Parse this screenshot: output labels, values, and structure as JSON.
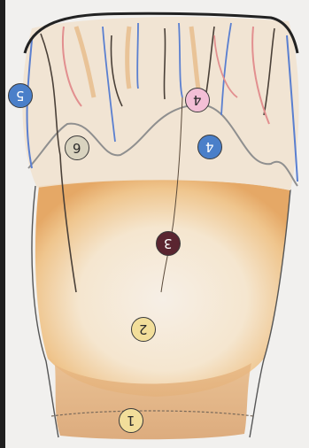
{
  "markers": [
    {
      "id": "m1",
      "label": "1",
      "color": "#f2de9a",
      "text_color": "#2a2a2a"
    },
    {
      "id": "m2",
      "label": "2",
      "color": "#f2de9a",
      "text_color": "#2a2a2a"
    },
    {
      "id": "m3",
      "label": "3",
      "color": "#5a2530",
      "text_color": "#ffffff"
    },
    {
      "id": "m4a",
      "label": "4",
      "color": "#f3bfd6",
      "text_color": "#2a2a2a"
    },
    {
      "id": "m4b",
      "label": "4",
      "color": "#4a7fc9",
      "text_color": "#ffffff"
    },
    {
      "id": "m5",
      "label": "5",
      "color": "#4a7fc9",
      "text_color": "#ffffff"
    },
    {
      "id": "m6",
      "label": "6",
      "color": "#d9d3bf",
      "text_color": "#2a2a2a"
    }
  ],
  "colors": {
    "background": "#1f1f1f",
    "paper": "#f1f0ee",
    "dentin": "#eab97a",
    "enamel_line": "#8f8f8f",
    "pulp_line": "#5a4a3a",
    "blue_canal": "#5a7fd0",
    "pink_canal": "#e28f8f"
  }
}
